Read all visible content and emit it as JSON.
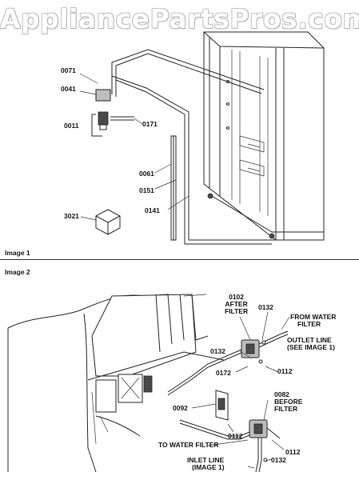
{
  "watermark": "AppliancePartsPros.com",
  "image1": {
    "title": "Image 1",
    "parts": {
      "p0071": "0071",
      "p0041": "0041",
      "p0011": "0011",
      "p0171": "0171",
      "p0061": "0061",
      "p0151": "0151",
      "p0141": "0141",
      "p3021": "3021"
    }
  },
  "image2": {
    "title": "Image 2",
    "after_filter": {
      "num": "0102",
      "line1": "AFTER",
      "line2": "FILTER"
    },
    "before_filter": {
      "num": "0082",
      "line1": "BEFORE",
      "line2": "FILTER"
    },
    "parts": {
      "p0132_top": "0132",
      "p0132_mid": "0132",
      "p0132_bot": "0132",
      "p0172": "0172",
      "p0112_right": "0112",
      "p0112_mid": "0112",
      "p0112_bot": "0112",
      "p0092": "0092"
    },
    "from_water": {
      "line1": "FROM WATER",
      "line2": "FILTER"
    },
    "outlet_line": {
      "line1": "OUTLET LINE",
      "line2": "(SEE IMAGE 1)"
    },
    "to_water": "TO WATER FILTER",
    "inlet_line": {
      "line1": "INLET LINE",
      "line2": "(IMAGE 1)"
    }
  }
}
